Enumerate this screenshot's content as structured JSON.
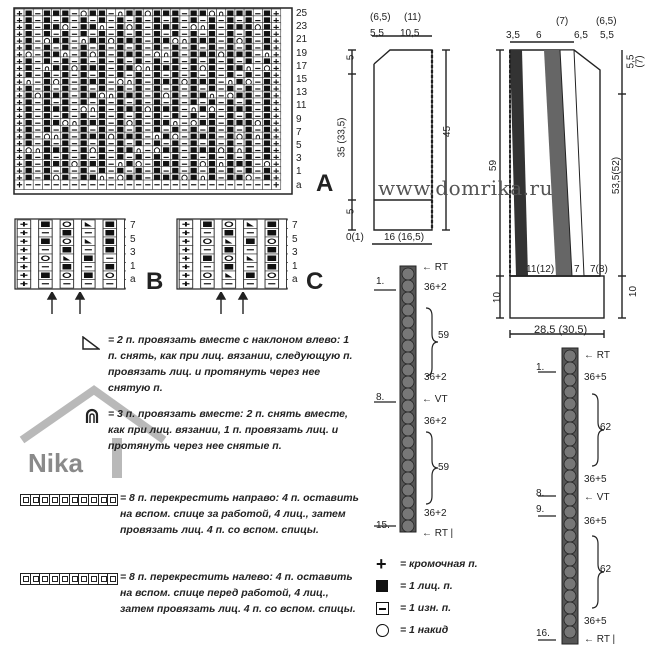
{
  "chart_a": {
    "title": "A",
    "row_labels": [
      "25",
      "23",
      "21",
      "19",
      "17",
      "15",
      "13",
      "11",
      "9",
      "7",
      "5",
      "3",
      "1",
      "a"
    ]
  },
  "chart_b": {
    "title": "B",
    "row_labels": [
      "7",
      "5",
      "3",
      "1",
      "a"
    ]
  },
  "chart_c": {
    "title": "C",
    "row_labels": [
      "7",
      "5",
      "3",
      "1",
      "a"
    ]
  },
  "legend": {
    "dec_left": "= 2 п. провязать вместе с наклоном влево: 1 п. снять, как при лиц. вязании, следующую п. провязать лиц. и протянуть через нее снятую п.",
    "dec_three": "= 3 п. провязать вместе: 2 п. снять вместе, как при лиц. вязании, 1 п. провязать лиц. и протянуть через нее снятые п.",
    "cable_right": "= 8 п. перекрестить направо: 4 п. оставить на вспом. спице за работой, 4 лиц., затем провязать лиц. 4 п. со вспом. спицы.",
    "cable_left": "= 8 п. перекрестить налево: 4 п. оставить на вспом. спице перед работой, 4 лиц., затем провязать лиц. 4 п. со вспом. спицы.",
    "selvage": "= кромочная п.",
    "knit": "= 1 лиц. п.",
    "purl": "= 1 изн. п.",
    "yarn_over": "= 1 накид"
  },
  "left_pattern": {
    "top_a": "(6,5)",
    "top_b": "(11)",
    "top_dims": "5,5⌐ 10,5",
    "top_left": "5,5",
    "top_right": "10,5",
    "side_top": "5",
    "side_main": "35 (33,5)",
    "side_bottom": "5",
    "right_45": "45",
    "bottom": "0(1)← 16 (16,5)",
    "bottom_left": "0(1)",
    "bottom_right": "16 (16,5)"
  },
  "right_pattern": {
    "top_a": "(7)",
    "top_b": "(6,5)",
    "t1": "3,5",
    "t2": "6",
    "t3": "6,5",
    "t4": "5,5",
    "r1": "5,5",
    "r2": "(7)",
    "left_59": "59",
    "right_535": "53,5(52)",
    "stripe_a": "11(12)",
    "stripe_b": "7",
    "stripe_c": "7(8)",
    "left_10": "10",
    "right_10": "10",
    "bottom": "28,5 (30,5)"
  },
  "watermark": "www.domrika.ru",
  "logo": "Nika",
  "strip1": {
    "rt": "RT",
    "row_start": "1.",
    "c1": "36+2",
    "brace1": "59",
    "c2": "36+2",
    "row_mid": "8.",
    "vt": "VT",
    "c3": "36+2",
    "brace2": "59",
    "c4": "36+2",
    "row_end": "15.",
    "rt_end": "RT"
  },
  "strip2": {
    "rt": "RT",
    "row_start": "1.",
    "c1": "36+5",
    "brace1": "62",
    "c2": "36+5",
    "row_mid1": "8.",
    "vt": "VT",
    "row_mid2": "9.",
    "c3": "36+5",
    "brace2": "62",
    "c4": "36+5",
    "row_end": "16.",
    "rt_end": "RT"
  }
}
